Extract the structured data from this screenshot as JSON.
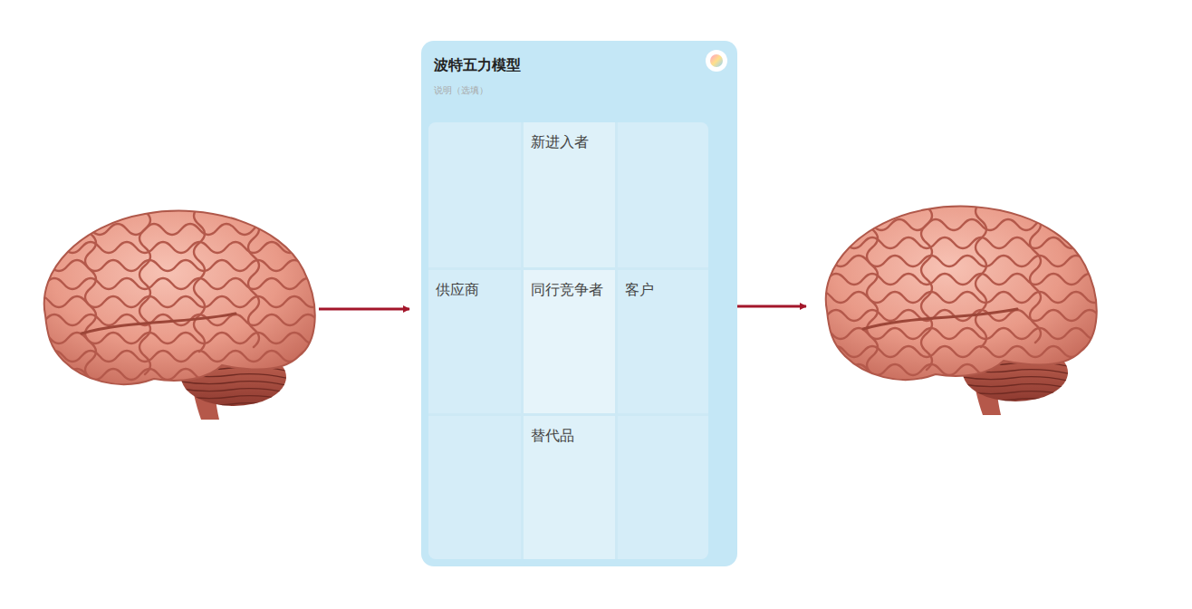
{
  "diagram": {
    "nodes": [
      {
        "text": [
          "波特五力模型",
          "说明（选填）"
        ]
      },
      {
        "text": [
          "新进入者"
        ],
        "in": 0
      },
      {
        "text": [
          "供应商"
        ],
        "in": 0
      },
      {
        "text": [
          "同行竞争者"
        ],
        "in": 0
      },
      {
        "text": [
          "客户"
        ],
        "in": 0
      },
      {
        "text": [
          "替代品"
        ],
        "in": 0
      }
    ]
  }
}
